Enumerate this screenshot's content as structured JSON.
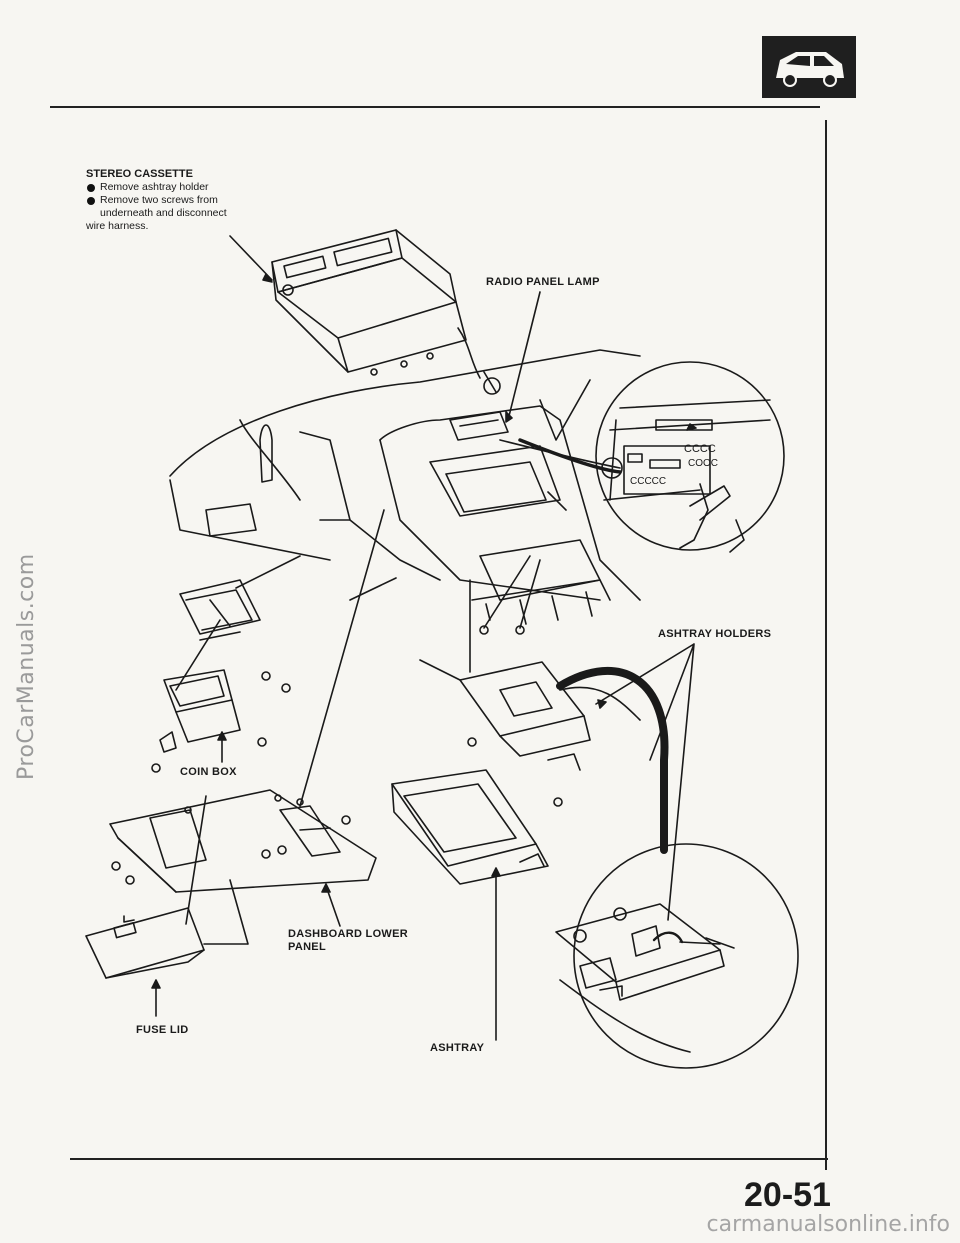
{
  "watermarks": {
    "side": "ProCarManuals.com",
    "bottom": "carmanualsonline.info"
  },
  "section_icon": "car-body-icon",
  "page_number": "20-51",
  "stereo": {
    "title": "STEREO CASSETTE",
    "steps": [
      "Remove ashtray holder",
      "Remove two screws from"
    ],
    "continuation": [
      "underneath and disconnect",
      "wire harness."
    ]
  },
  "labels": {
    "radio_panel_lamp": "RADIO PANEL LAMP",
    "ashtray_holders": "ASHTRAY HOLDERS",
    "coin_box": "COIN BOX",
    "dashboard_lower_panel_line1": "DASHBOARD LOWER",
    "dashboard_lower_panel_line2": "PANEL",
    "fuse_lid": "FUSE LID",
    "ashtray": "ASHTRAY"
  },
  "inset_stereo_buttons": {
    "row1": "CCCC",
    "row2": "COOC",
    "row3": "CCCCC"
  },
  "colors": {
    "ink": "#1a1a1a",
    "paper": "#f7f6f2",
    "badge": "#1f1f1f"
  }
}
